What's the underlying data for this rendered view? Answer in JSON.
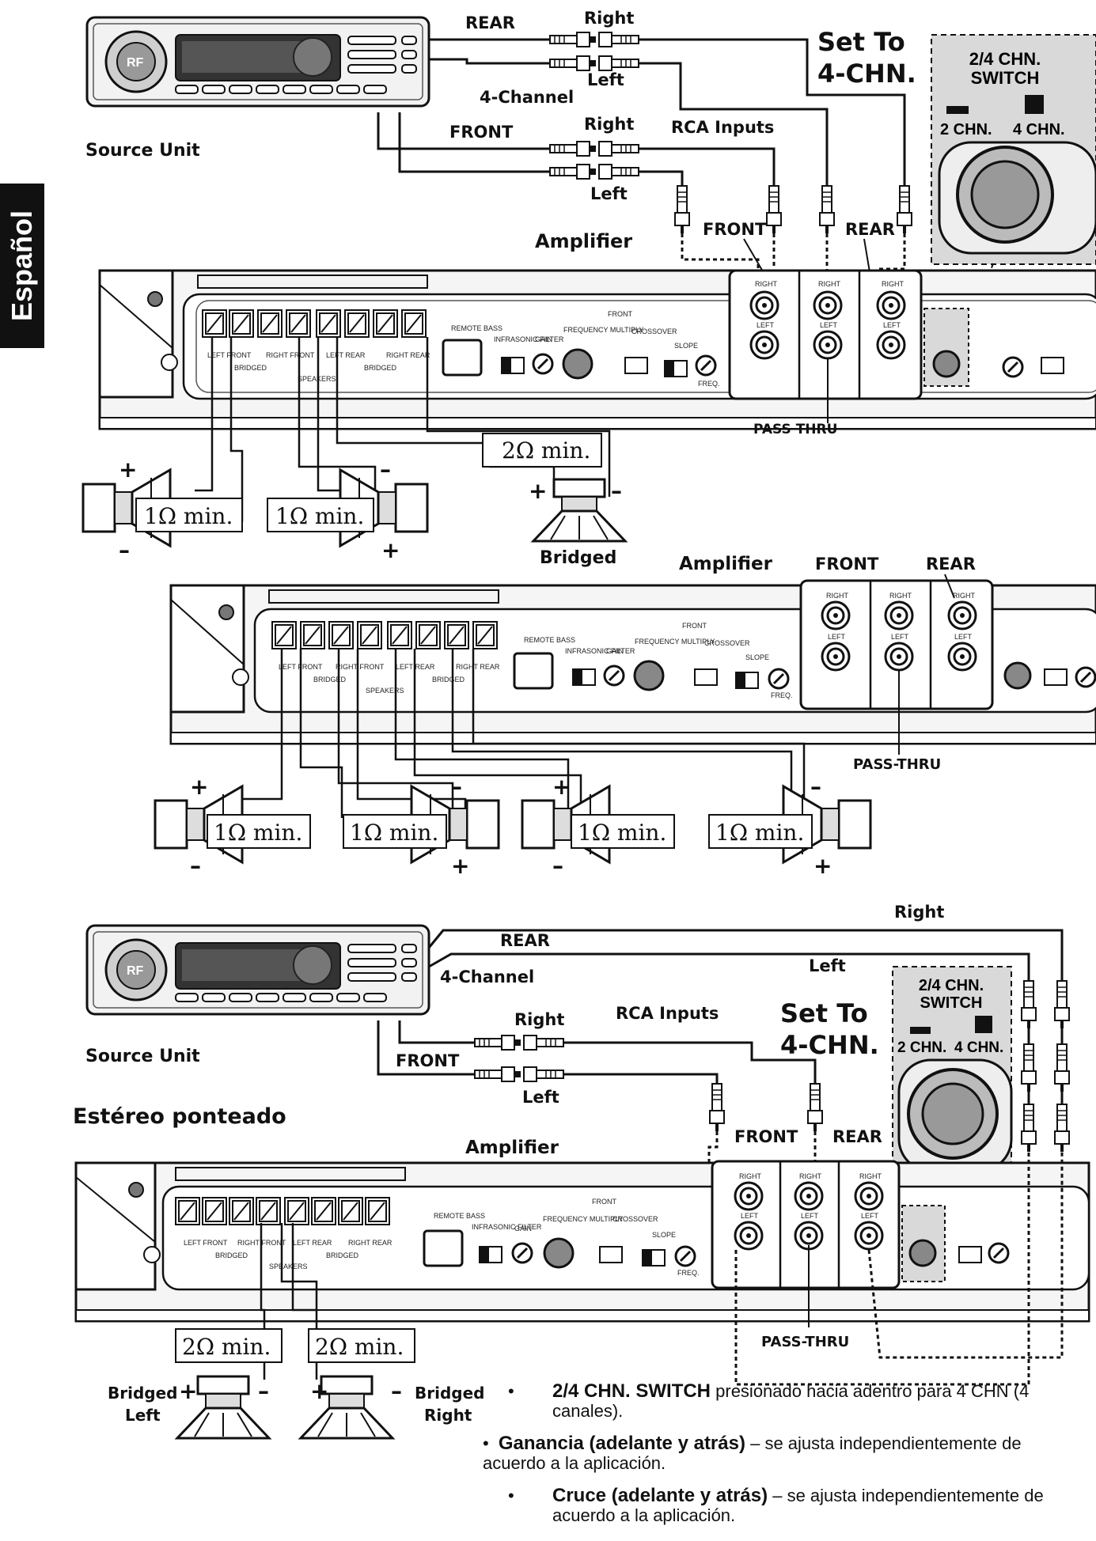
{
  "side_tab": "Español",
  "top": {
    "source_unit": "Source Unit",
    "rear": "REAR",
    "front": "FRONT",
    "right_rear": "Right",
    "left_rear": "Left",
    "four_channel": "4-Channel",
    "right_front": "Right",
    "left_front": "Left",
    "rca_inputs": "RCA Inputs",
    "set_to_1": "Set To",
    "set_to_2": "4-CHN.",
    "switch_title_1": "2/4 CHN.",
    "switch_title_2": "SWITCH",
    "switch_2chn": "2 CHN.",
    "switch_4chn": "4 CHN.",
    "amplifier": "Amplifier",
    "front_in": "FRONT",
    "rear_in": "REAR",
    "pass_thru": "PASS THRU",
    "ohm_2": "2Ω min.",
    "ohm_1a": "1Ω min.",
    "ohm_1b": "1Ω min.",
    "bridged": "Bridged",
    "plus": "+",
    "minus": "–"
  },
  "middle": {
    "amplifier": "Amplifier",
    "front": "FRONT",
    "rear": "REAR",
    "pass_thru": "PASS-THRU",
    "ohm_1a": "1Ω min.",
    "ohm_1b": "1Ω min.",
    "ohm_1c": "1Ω min.",
    "ohm_1d": "1Ω min."
  },
  "bottom": {
    "right_top": "Right",
    "rear": "REAR",
    "left": "Left",
    "four_channel": "4-Channel",
    "right_front": "Right",
    "rca_inputs": "RCA Inputs",
    "set_to_1": "Set To",
    "set_to_2": "4-CHN.",
    "switch_title_1": "2/4 CHN.",
    "switch_title_2": "SWITCH",
    "switch_2chn": "2 CHN.",
    "switch_4chn": "4 CHN.",
    "source_unit": "Source Unit",
    "front": "FRONT",
    "left_front": "Left",
    "heading": "Estéreo ponteado",
    "amplifier": "Amplifier",
    "front_in": "FRONT",
    "rear_in": "REAR",
    "pass_thru": "PASS-THRU",
    "ohm_2a": "2Ω min.",
    "ohm_2b": "2Ω min.",
    "bridged_left_1": "Bridged",
    "bridged_left_2": "Left",
    "bridged_right_1": "Bridged",
    "bridged_right_2": "Right"
  },
  "amp_labels": {
    "left_front": "LEFT FRONT",
    "right_front": "RIGHT FRONT",
    "left_rear": "LEFT REAR",
    "right_rear": "RIGHT REAR",
    "bridged": "BRIDGED",
    "speakers": "SPEAKERS",
    "remote_bass": "REMOTE BASS",
    "infrasonic": "INFRASONIC FILTER",
    "gain": "GAIN",
    "freq_mult": "FREQUENCY MULTIPLY",
    "crossover": "CROSSOVER",
    "slope": "SLOPE",
    "freq": "FREQ.",
    "front_tag": "FRONT",
    "right": "RIGHT",
    "left": "LEFT"
  },
  "notes": [
    {
      "bullet": "•",
      "bold": "2/4 CHN. SWITCH",
      "text": " presionado hacia adentro para 4 CHN (4 canales)."
    },
    {
      "bullet": "•",
      "bold": "Ganancia (adelante y atrás)",
      "text": " – se ajusta independientemente de acuerdo a la aplicación."
    },
    {
      "bullet": "•",
      "bold": "Cruce (adelante y atrás)",
      "text": " – se ajusta independientemente de acuerdo a la aplicación."
    }
  ]
}
